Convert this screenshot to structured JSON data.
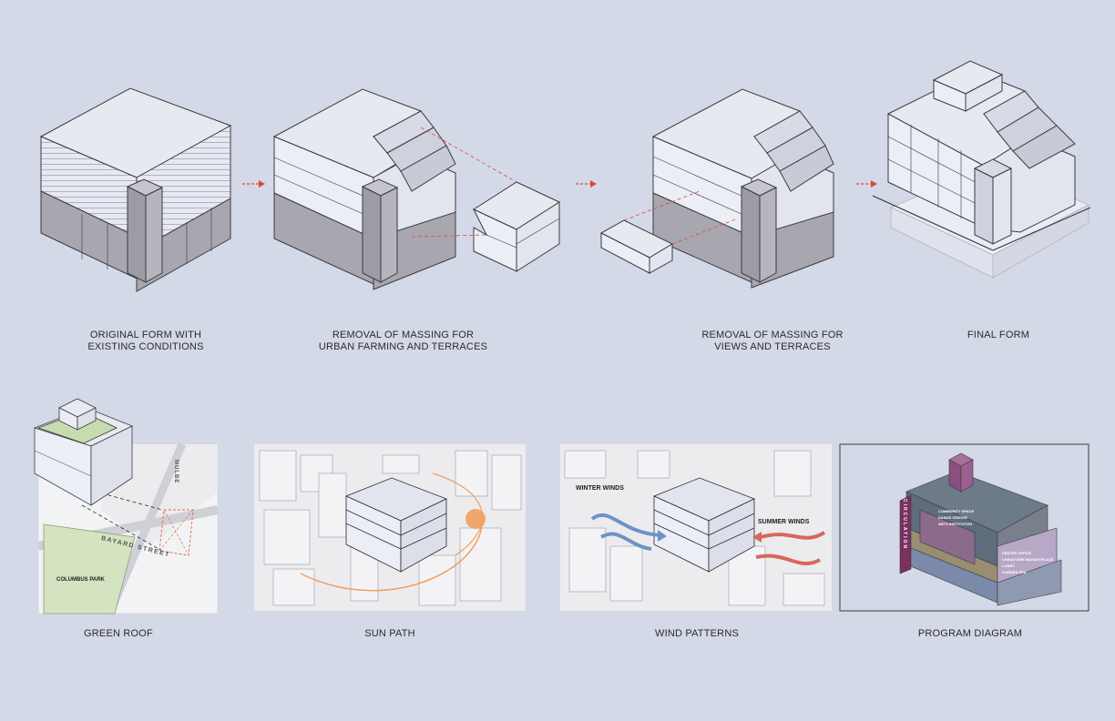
{
  "top_row": [
    {
      "lines": [
        "ORIGINAL FORM WITH",
        "EXISTING CONDITIONS"
      ]
    },
    {
      "lines": [
        "REMOVAL OF MASSING FOR",
        "URBAN FARMING AND TERRACES"
      ]
    },
    {
      "lines": [
        "REMOVAL OF MASSING FOR",
        "VIEWS AND TERRACES"
      ]
    },
    {
      "lines": [
        "FINAL FORM"
      ]
    }
  ],
  "bottom_row": [
    {
      "caption": "GREEN ROOF",
      "labels": {
        "park": "COLUMBUS PARK",
        "street1": "BAYARD STREET",
        "street2": "MULBE"
      }
    },
    {
      "caption": "SUN PATH"
    },
    {
      "caption": "WIND PATTERNS",
      "labels": {
        "winter": "WINTER WINDS",
        "summer": "SUMMER WINDS"
      }
    },
    {
      "caption": "PROGRAM DIAGRAM",
      "labels": {
        "circulation": "CIRCULATION",
        "program": [
          "COMMUNITY SPACE",
          "DANCE CENTER",
          "ARTS INSTITUTION",
          "CENTER OFFICE",
          "CHINATOWN MARKETPLACE",
          "LOBBY",
          "GARDEN SPA"
        ]
      }
    }
  ],
  "colors": {
    "background": "#d4d9e7",
    "arrow": "#e0473a",
    "sun": "#f0a060",
    "winter_wind": "#6d93c8",
    "summer_wind": "#d8675a",
    "park": "#d4e4c0"
  }
}
